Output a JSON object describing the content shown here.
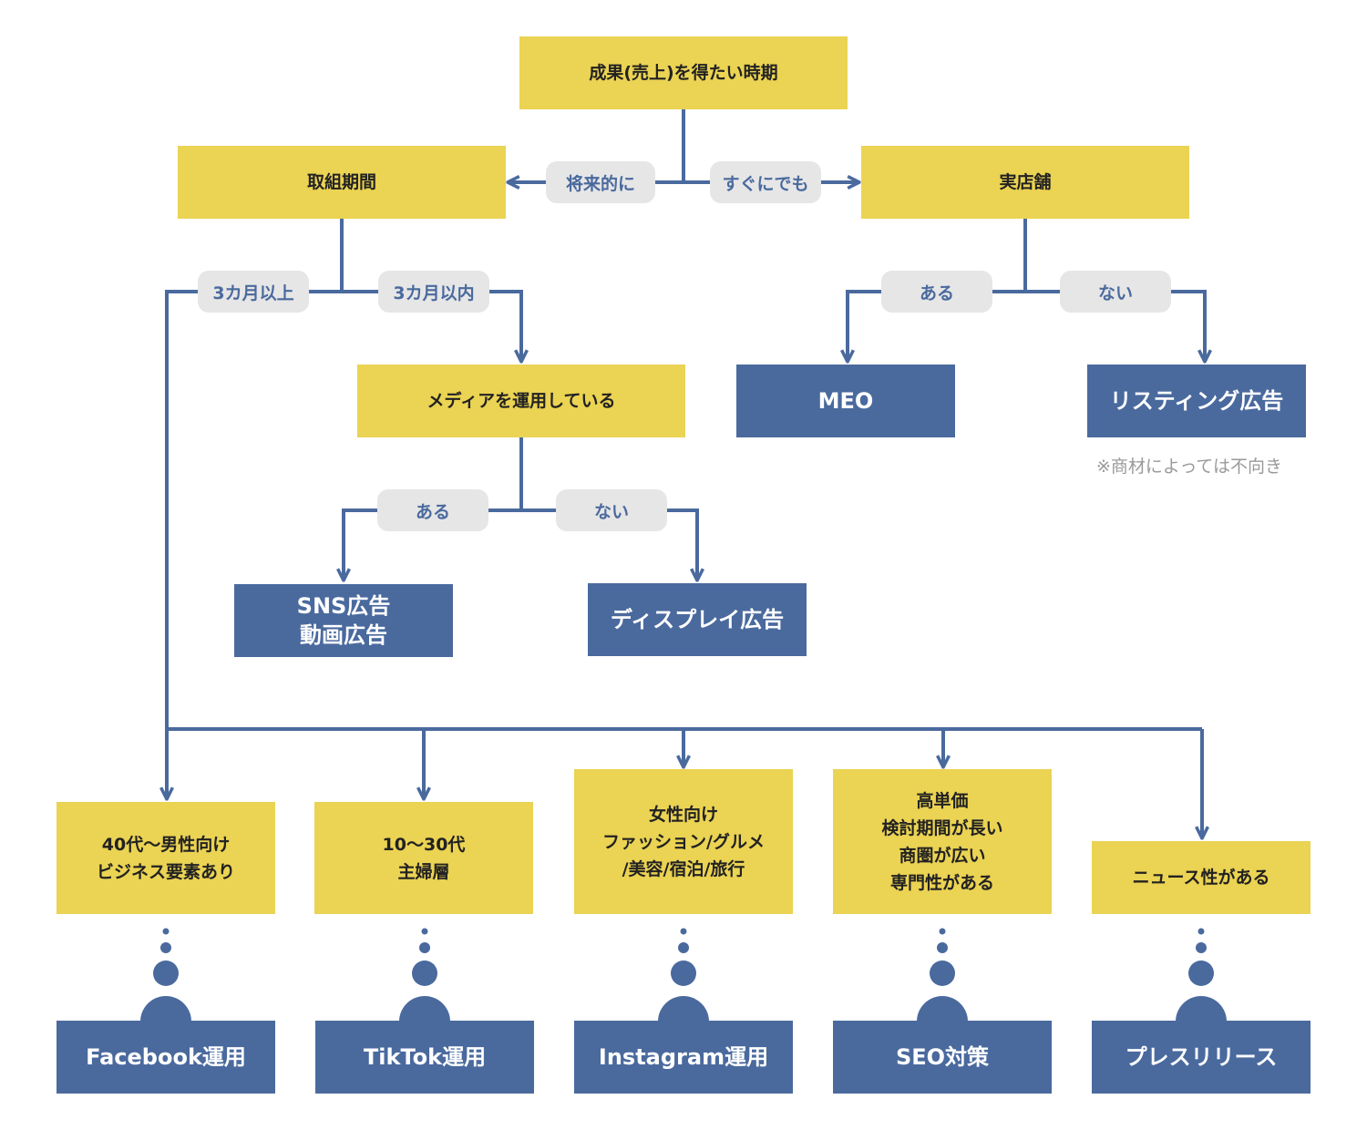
{
  "colors": {
    "yellow": "#ebd353",
    "blue": "#4a6a9e",
    "label_bg": "#e6e6e6",
    "note": "#9a9a9a"
  },
  "root": "成果(売上)を得たい時期",
  "branch_future": {
    "edge_label": "将来的に",
    "question": "取組期間",
    "more_label": "3カ月以上",
    "within_label": "3カ月以内",
    "media_question": "メディアを運用している",
    "yes_label": "ある",
    "no_label": "ない",
    "result_yes": "SNS広告\n動画広告",
    "result_no": "ディスプレイ広告"
  },
  "branch_now": {
    "edge_label": "すぐにでも",
    "question": "実店舗",
    "yes_label": "ある",
    "no_label": "ない",
    "result_yes": "MEO",
    "result_no": "リスティング広告",
    "note": "※商材によっては不向き"
  },
  "targets": [
    {
      "condition": "40代〜男性向け\nビジネス要素あり",
      "result": "Facebook運用"
    },
    {
      "condition": "10〜30代\n主婦層",
      "result": "TikTok運用"
    },
    {
      "condition": "女性向け\nファッション/グルメ\n/美容/宿泊/旅行",
      "result": "Instagram運用"
    },
    {
      "condition": "高単価\n検討期間が長い\n商圏が広い\n専門性がある",
      "result": "SEO対策"
    },
    {
      "condition": "ニュース性がある",
      "result": "プレスリリース"
    }
  ],
  "icons": [
    "person-icon",
    "arrow-icon"
  ]
}
